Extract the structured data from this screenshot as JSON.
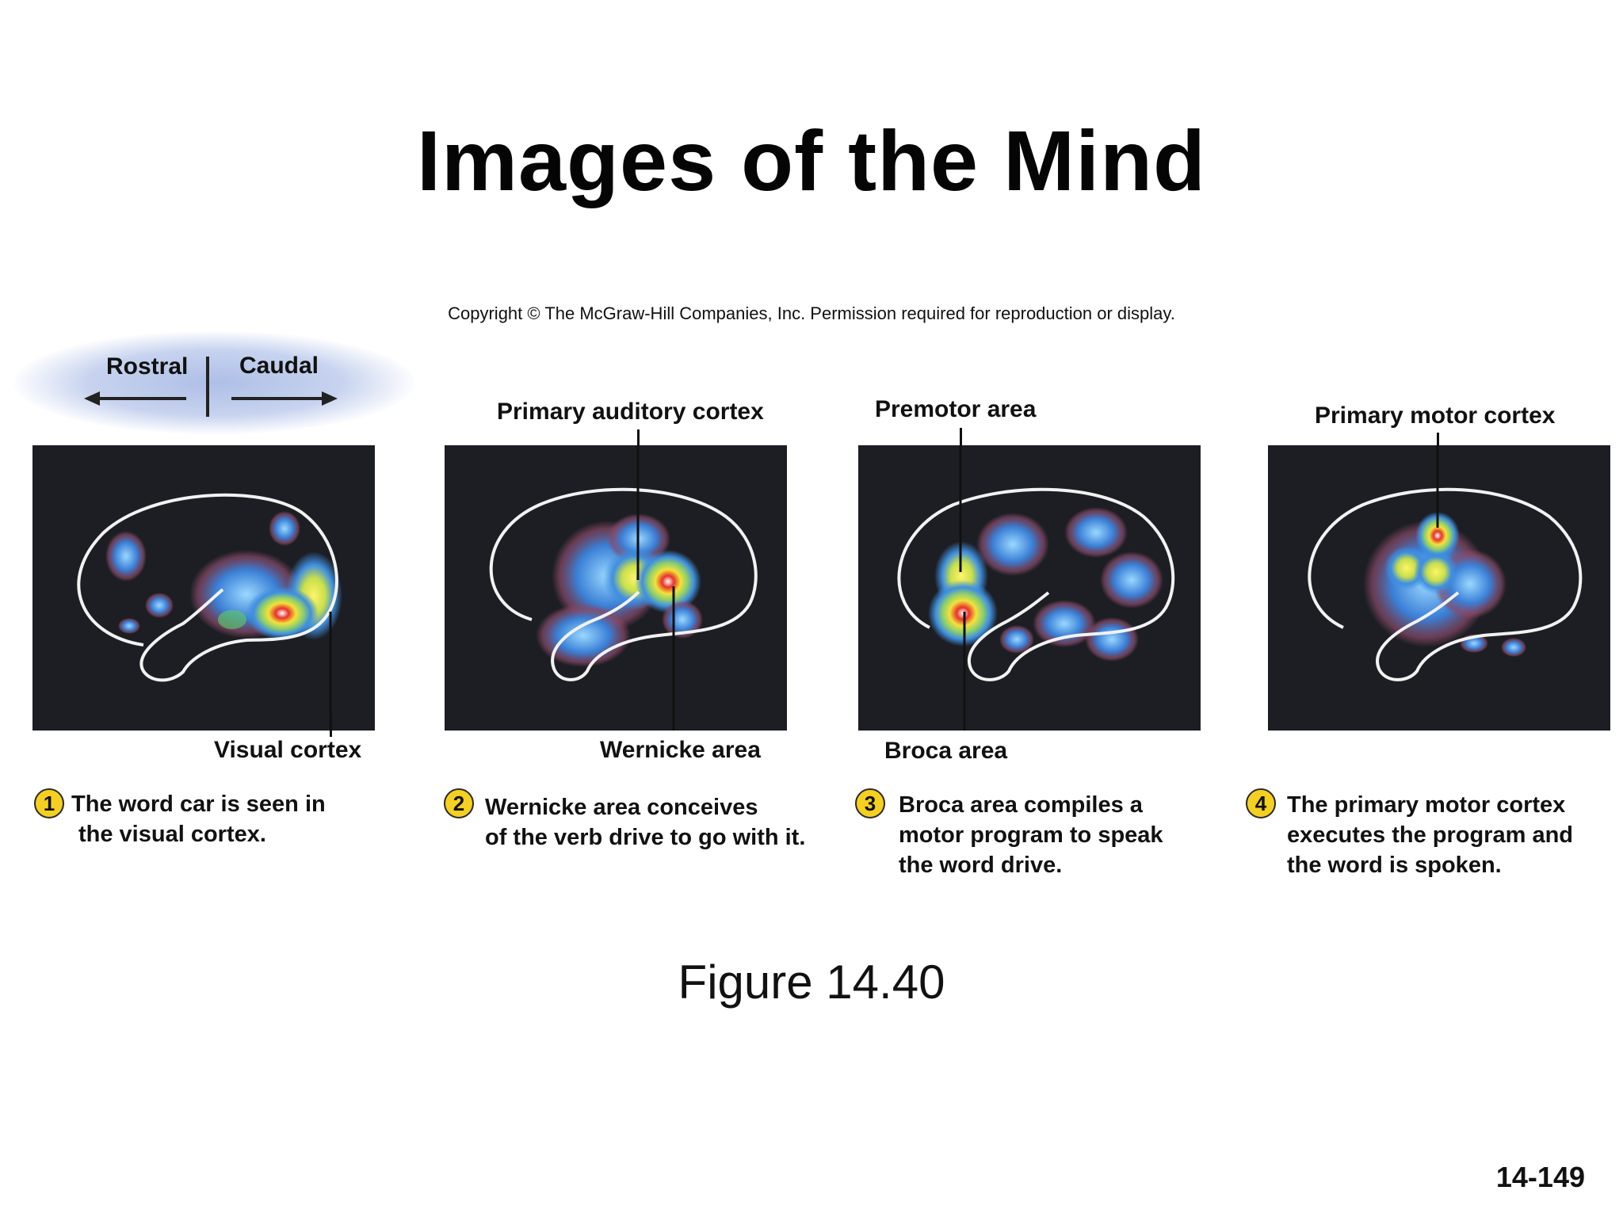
{
  "title": "Images of the Mind",
  "copyright": "Copyright © The McGraw-Hill Companies, Inc. Permission required for reproduction or display.",
  "orientation": {
    "rostral": "Rostral",
    "caudal": "Caudal"
  },
  "labels": {
    "visual_cortex": "Visual cortex",
    "primary_auditory_cortex": "Primary auditory cortex",
    "wernicke_area": "Wernicke area",
    "premotor_area": "Premotor area",
    "broca_area": "Broca area",
    "primary_motor_cortex": "Primary motor cortex"
  },
  "steps": [
    {
      "number": "1",
      "lines": [
        "The word car is seen in",
        "the visual cortex."
      ]
    },
    {
      "number": "2",
      "lines": [
        "Wernicke area conceives",
        "of the verb drive to go with it."
      ]
    },
    {
      "number": "3",
      "lines": [
        "Broca area compiles a",
        "motor program to speak",
        "the word drive."
      ]
    },
    {
      "number": "4",
      "lines": [
        "The primary motor cortex",
        "executes the program and",
        "the word is spoken."
      ]
    }
  ],
  "figure_caption": "Figure 14.40",
  "page_number": "14-149"
}
